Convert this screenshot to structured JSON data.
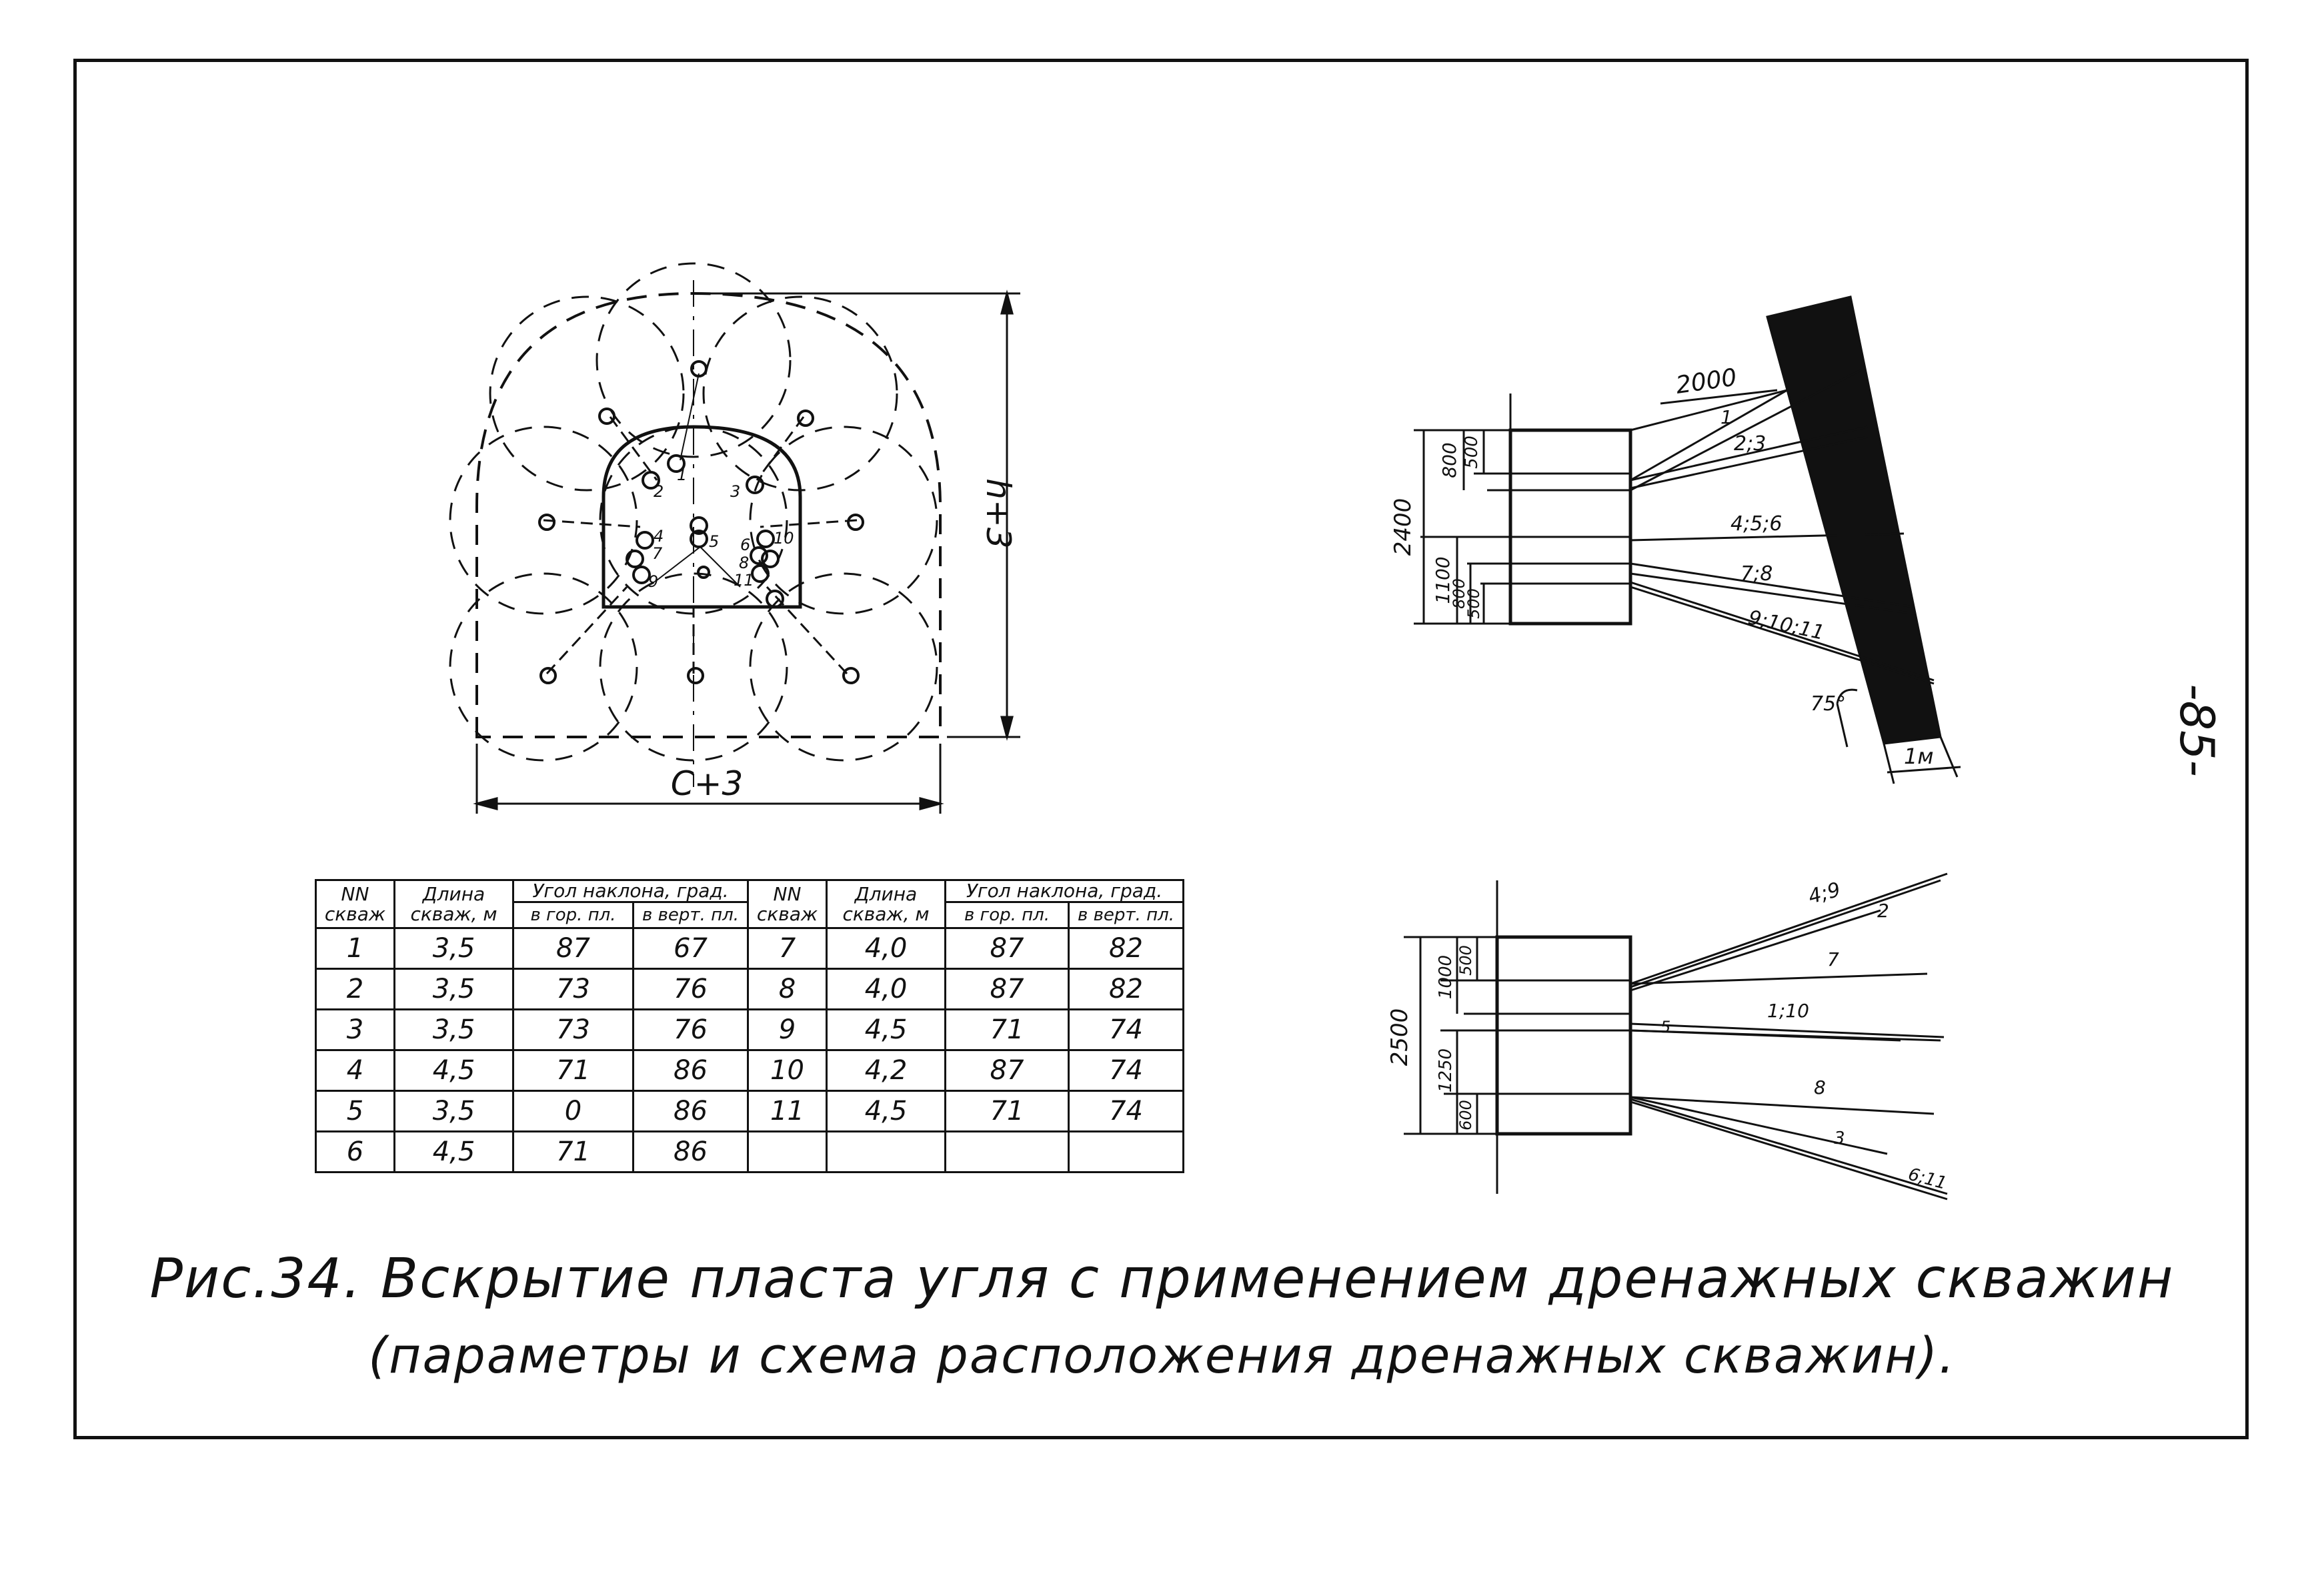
{
  "figure": {
    "caption_line1": "Рис.34. Вскрытие пласта угля с применением дренажных скважин",
    "caption_line2": "(параметры и схема расположения дренажных скважин).",
    "page_number": "-85-"
  },
  "cross_section": {
    "width_label": "C+3",
    "height_label": "h+3",
    "hole_labels": [
      "1",
      "2",
      "3",
      "4",
      "5",
      "6",
      "7",
      "8",
      "9",
      "10",
      "11"
    ]
  },
  "side_view_top": {
    "dim_2400": "2400",
    "dim_800": "800",
    "dim_500_a": "500",
    "dim_1100": "1100",
    "dim_800_b": "800",
    "dim_500_b": "500",
    "dim_2000": "2000",
    "hole_groups": [
      "1",
      "2;3",
      "4;5;6",
      "7;8",
      "9;10;11"
    ],
    "angle": "75°",
    "seam_thickness": "1м"
  },
  "side_view_bottom": {
    "dim_2500": "2500",
    "dim_1000": "1000",
    "dim_500": "500",
    "dim_1250": "1250",
    "dim_600": "600",
    "hole_groups": [
      "4;9",
      "2",
      "7",
      "1;10",
      "5",
      "8",
      "3",
      "6;11"
    ]
  },
  "table": {
    "col_num": "NN скваж",
    "col_len": "Длина скваж, м",
    "col_angle": "Угол наклона, град.",
    "sub_hor": "в гор. пл.",
    "sub_vert": "в верт. пл.",
    "col_num_2": "NN скваж",
    "col_len_2": "Длина скваж, м",
    "col_angle_2": "Угол наклона, град.",
    "sub_hor_2": "в гор. пл.",
    "sub_vert_2": "в верт. пл.",
    "rows": [
      [
        "1",
        "3,5",
        "87",
        "67",
        "7",
        "4,0",
        "87",
        "82"
      ],
      [
        "2",
        "3,5",
        "73",
        "76",
        "8",
        "4,0",
        "87",
        "82"
      ],
      [
        "3",
        "3,5",
        "73",
        "76",
        "9",
        "4,5",
        "71",
        "74"
      ],
      [
        "4",
        "4,5",
        "71",
        "86",
        "10",
        "4,2",
        "87",
        "74"
      ],
      [
        "5",
        "3,5",
        "0",
        "86",
        "11",
        "4,5",
        "71",
        "74"
      ],
      [
        "6",
        "4,5",
        "71",
        "86",
        "",
        "",
        "",
        ""
      ]
    ]
  }
}
